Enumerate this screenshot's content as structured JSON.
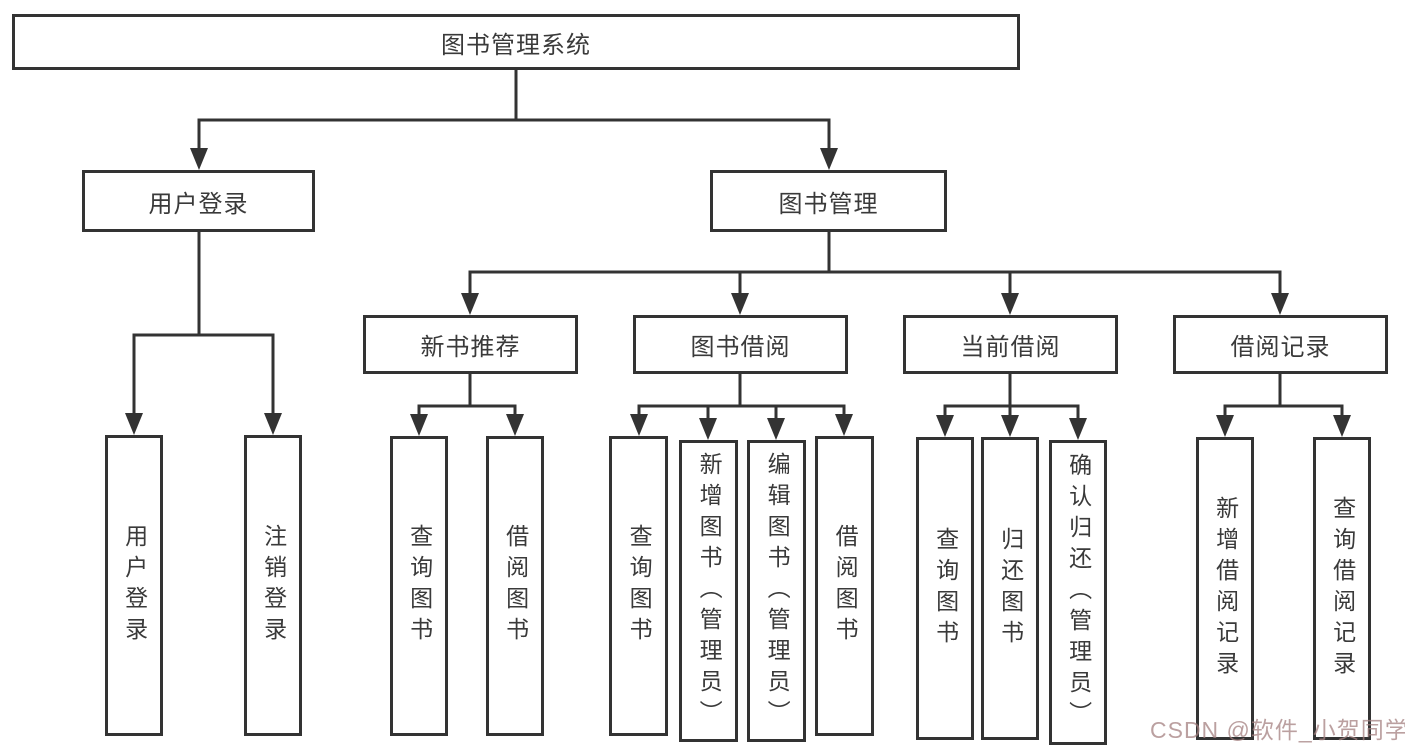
{
  "diagram": {
    "root": "图书管理系统",
    "level2": {
      "user_login": "用户登录",
      "book_management": "图书管理"
    },
    "level3": {
      "new_book_recommend": "新书推荐",
      "book_borrow": "图书借阅",
      "current_borrow": "当前借阅",
      "borrow_record": "借阅记录"
    },
    "leaves": {
      "user_login": [
        "用户登录",
        "注销登录"
      ],
      "new_book_recommend": [
        "查询图书",
        "借阅图书"
      ],
      "book_borrow": [
        "查询图书",
        "新增图书（管理员）",
        "编辑图书（管理员）",
        "借阅图书"
      ],
      "current_borrow": [
        "查询图书",
        "归还图书",
        "确认归还（管理员）"
      ],
      "borrow_record": [
        "新增借阅记录",
        "查询借阅记录"
      ]
    }
  },
  "watermark": {
    "text": "CSDN @软件_小贺同学"
  },
  "colors": {
    "line": "#333333",
    "border": "#333333",
    "background": "#ffffff",
    "text": "#3a3a3a",
    "watermark": "rgba(164,128,128,0.75)"
  }
}
